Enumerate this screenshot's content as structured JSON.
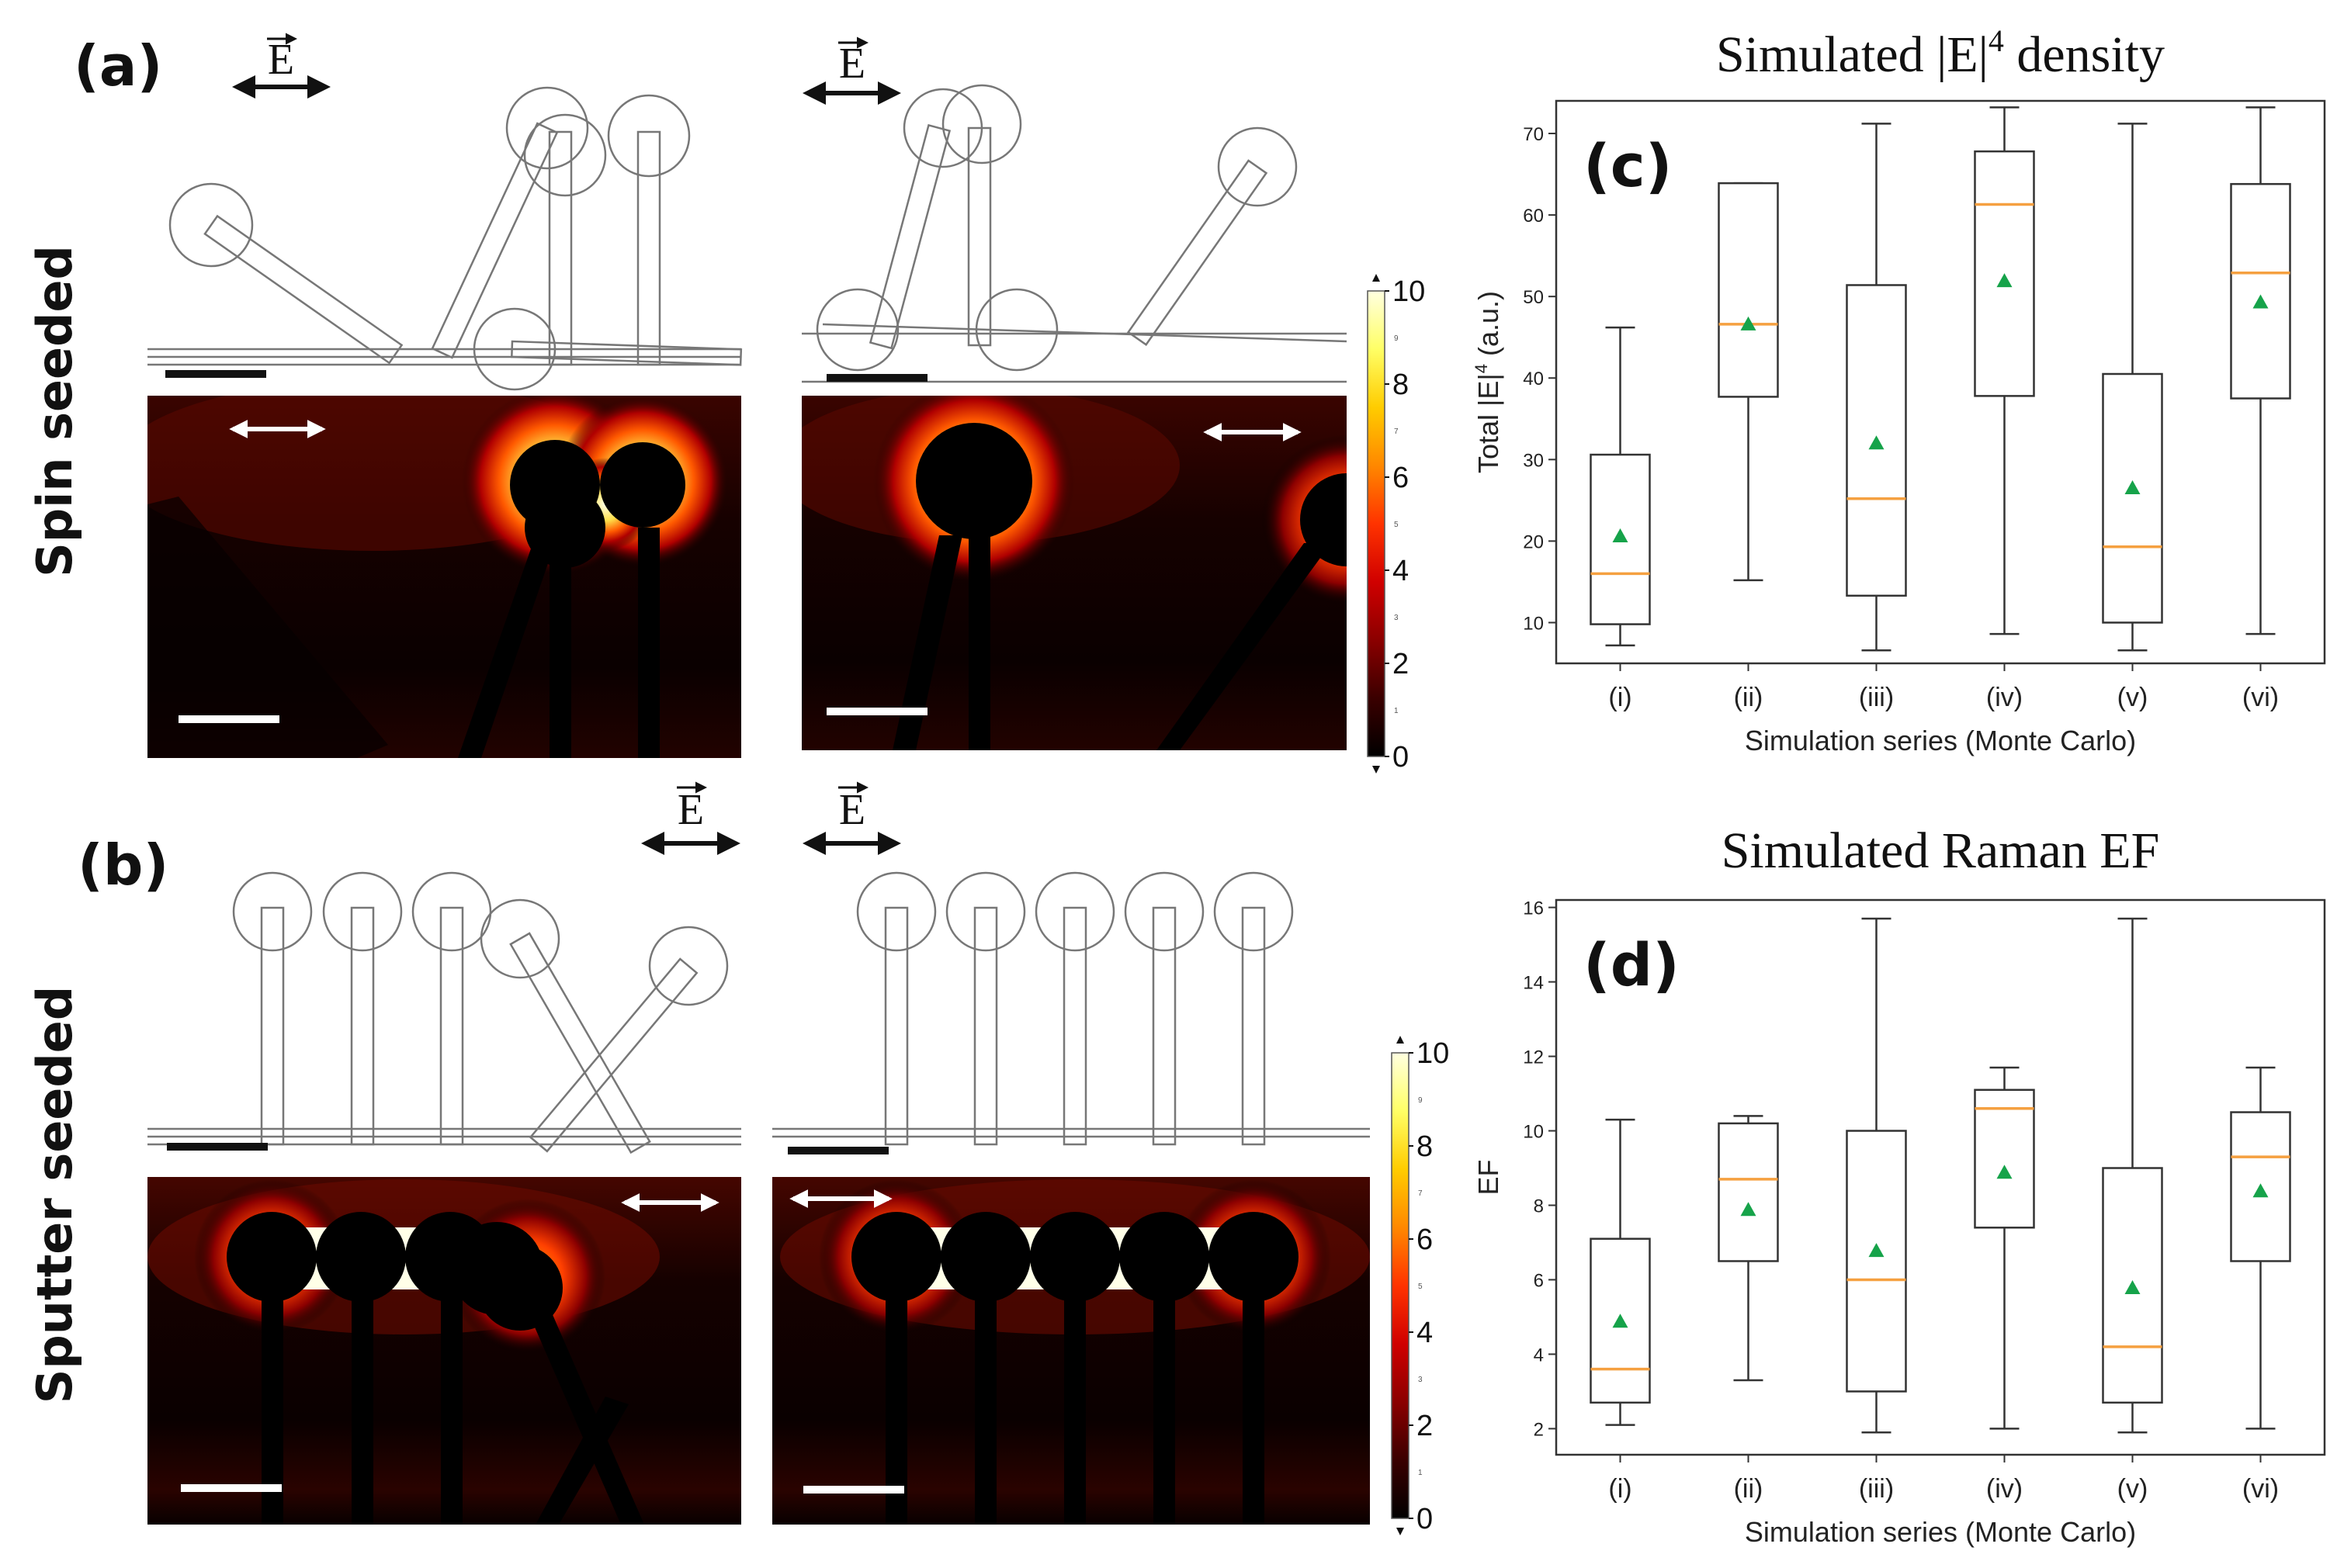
{
  "figure": {
    "efield_symbol": "E",
    "efield_label": "E",
    "row_titles": {
      "a": "Spin seeded",
      "b": "Sputter seeded"
    },
    "panels": {
      "a": {
        "letter": "(a)"
      },
      "b": {
        "letter": "(b)"
      }
    },
    "colorbar": {
      "ticks": [
        "0",
        "2",
        "4",
        "6",
        "8",
        "10"
      ],
      "minor_ticks": [
        "1",
        "3",
        "5",
        "7",
        "9"
      ],
      "colors": [
        "#000000",
        "#3a0000",
        "#8b0000",
        "#d00000",
        "#ff3300",
        "#ff8800",
        "#ffcc00",
        "#ffff66",
        "#ffffe0"
      ]
    }
  },
  "chart_data": [
    {
      "type": "box",
      "letter": "(c)",
      "title": "Simulated |E|4 density",
      "title_main": "Simulated |E|",
      "title_sup": "4",
      "title_end": " density",
      "xlabel": "Simulation series (Monte Carlo)",
      "ylabel": "Total |E|4 (a.u.)",
      "ylabel_main": "Total |E|",
      "ylabel_sup": "4",
      "ylabel_end": " (a.u.)",
      "categories": [
        "(i)",
        "(ii)",
        "(iii)",
        "(iv)",
        "(v)",
        "(vi)"
      ],
      "ylim": [
        5,
        74
      ],
      "yticks": [
        10,
        20,
        30,
        40,
        50,
        60,
        70
      ],
      "boxes": [
        {
          "whisker_low": 7.2,
          "q1": 9.8,
          "median": 16.0,
          "q3": 30.6,
          "whisker_high": 46.2,
          "mean": 20.7
        },
        {
          "whisker_low": 15.2,
          "q1": 37.7,
          "median": 46.6,
          "q3": 63.9,
          "whisker_high": 63.9,
          "mean": 46.7
        },
        {
          "whisker_low": 6.6,
          "q1": 13.3,
          "median": 25.2,
          "q3": 51.4,
          "whisker_high": 71.2,
          "mean": 32.1
        },
        {
          "whisker_low": 8.6,
          "q1": 37.8,
          "median": 61.3,
          "q3": 67.8,
          "whisker_high": 73.2,
          "mean": 52.0
        },
        {
          "whisker_low": 6.6,
          "q1": 10.0,
          "median": 19.3,
          "q3": 40.5,
          "whisker_high": 71.2,
          "mean": 26.6
        },
        {
          "whisker_low": 8.6,
          "q1": 37.5,
          "median": 52.9,
          "q3": 63.8,
          "whisker_high": 73.2,
          "mean": 49.4
        }
      ],
      "colors": {
        "median": "#f5a040",
        "mean": "#16a34a",
        "box": "#333333"
      }
    },
    {
      "type": "box",
      "letter": "(d)",
      "title": "Simulated Raman EF",
      "xlabel": "Simulation series (Monte Carlo)",
      "ylabel": "EF",
      "categories": [
        "(i)",
        "(ii)",
        "(iii)",
        "(iv)",
        "(v)",
        "(vi)"
      ],
      "ylim": [
        1.3,
        16.2
      ],
      "yticks": [
        2,
        4,
        6,
        8,
        10,
        12,
        14,
        16
      ],
      "boxes": [
        {
          "whisker_low": 2.1,
          "q1": 2.7,
          "median": 3.6,
          "q3": 7.1,
          "whisker_high": 10.3,
          "mean": 4.9
        },
        {
          "whisker_low": 3.3,
          "q1": 6.5,
          "median": 8.7,
          "q3": 10.2,
          "whisker_high": 10.4,
          "mean": 7.9
        },
        {
          "whisker_low": 1.9,
          "q1": 3.0,
          "median": 6.0,
          "q3": 10.0,
          "whisker_high": 15.7,
          "mean": 6.8
        },
        {
          "whisker_low": 2.0,
          "q1": 7.4,
          "median": 10.6,
          "q3": 11.1,
          "whisker_high": 11.7,
          "mean": 8.9
        },
        {
          "whisker_low": 1.9,
          "q1": 2.7,
          "median": 4.2,
          "q3": 9.0,
          "whisker_high": 15.7,
          "mean": 5.8
        },
        {
          "whisker_low": 2.0,
          "q1": 6.5,
          "median": 9.3,
          "q3": 10.5,
          "whisker_high": 11.7,
          "mean": 8.4
        }
      ],
      "colors": {
        "median": "#f5a040",
        "mean": "#16a34a",
        "box": "#333333"
      }
    }
  ]
}
